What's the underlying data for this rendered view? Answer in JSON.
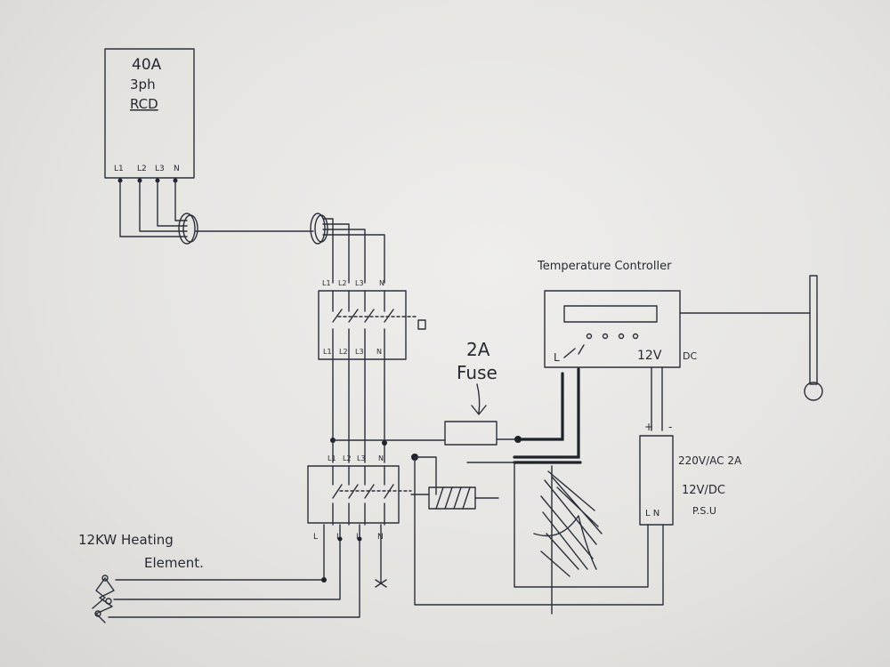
{
  "rcd": {
    "line1": "40A",
    "line2": "3ph",
    "line3": "RCD",
    "terminals": [
      "L1",
      "L2",
      "L3",
      "N"
    ]
  },
  "isolator": {
    "top_terminals": [
      "L1",
      "L2",
      "L3",
      "N"
    ],
    "bottom_terminals": [
      "L1",
      "L2",
      "L3",
      "N"
    ]
  },
  "contactor": {
    "top_terminals": [
      "L1",
      "L2",
      "L3",
      "N"
    ],
    "bottom_terminals": [
      "L",
      "L",
      "L",
      "N"
    ]
  },
  "fuse": {
    "line1": "2A",
    "line2": "Fuse"
  },
  "controller": {
    "title": "Temperature Controller",
    "relay_label": "L",
    "supply_label": "12V",
    "supply_unit": "DC"
  },
  "psu": {
    "input": "220V/AC 2A",
    "output": "12V/DC",
    "name": "P.S.U",
    "terminals": "L N",
    "pos": "+",
    "neg": "-"
  },
  "heater": {
    "line1": "12KW Heating",
    "line2": "Element."
  }
}
